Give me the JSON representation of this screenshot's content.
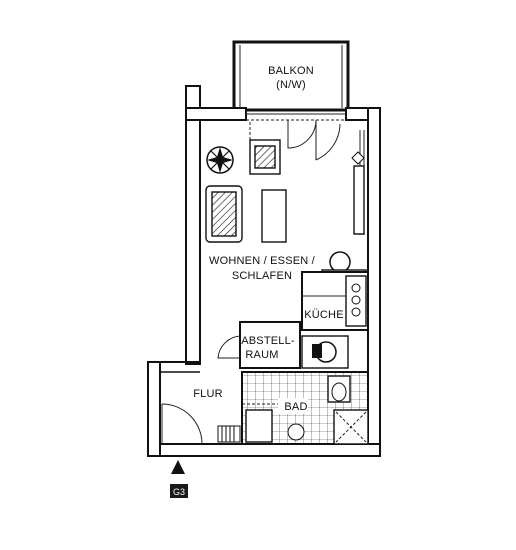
{
  "rooms": {
    "balcony_name": "BALKON",
    "balcony_orientation": "(N/W)",
    "living_line1": "WOHNEN / ESSEN /",
    "living_line2": "SCHLAFEN",
    "kitchen": "KÜCHE",
    "storage_line1": "ABSTELL-",
    "storage_line2": "RAUM",
    "hallway": "FLUR",
    "bathroom": "BAD"
  },
  "entrance": {
    "marker_label": "G3"
  },
  "colors": {
    "ink": "#111111",
    "paper": "#ffffff",
    "marker_fill": "#1a1a1a"
  }
}
